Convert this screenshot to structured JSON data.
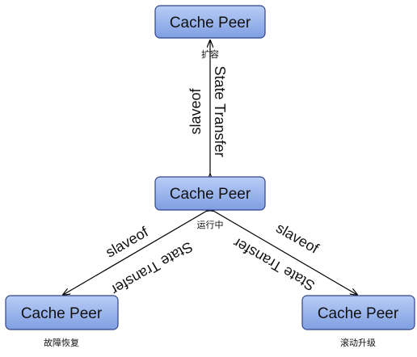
{
  "diagram": {
    "nodes": [
      {
        "id": "top",
        "label": "Cache Peer",
        "caption": "扩容"
      },
      {
        "id": "middle",
        "label": "Cache Peer",
        "caption": "运行中"
      },
      {
        "id": "left",
        "label": "Cache Peer",
        "caption": "故障恢复"
      },
      {
        "id": "right",
        "label": "Cache Peer",
        "caption": "滚动升级"
      }
    ],
    "edges": [
      {
        "from": "top",
        "to": "middle",
        "labels": [
          "slaveof",
          "State Transfer"
        ]
      },
      {
        "from": "middle",
        "to": "left",
        "labels": [
          "slaveof",
          "State Transfer"
        ]
      },
      {
        "from": "middle",
        "to": "right",
        "labels": [
          "slaveof",
          "State Transfer"
        ]
      }
    ]
  },
  "colors": {
    "node_fill_top": "#b9cdf6",
    "node_fill_bottom": "#7f9fe2",
    "node_stroke": "#33448a",
    "edge": "#000000"
  }
}
